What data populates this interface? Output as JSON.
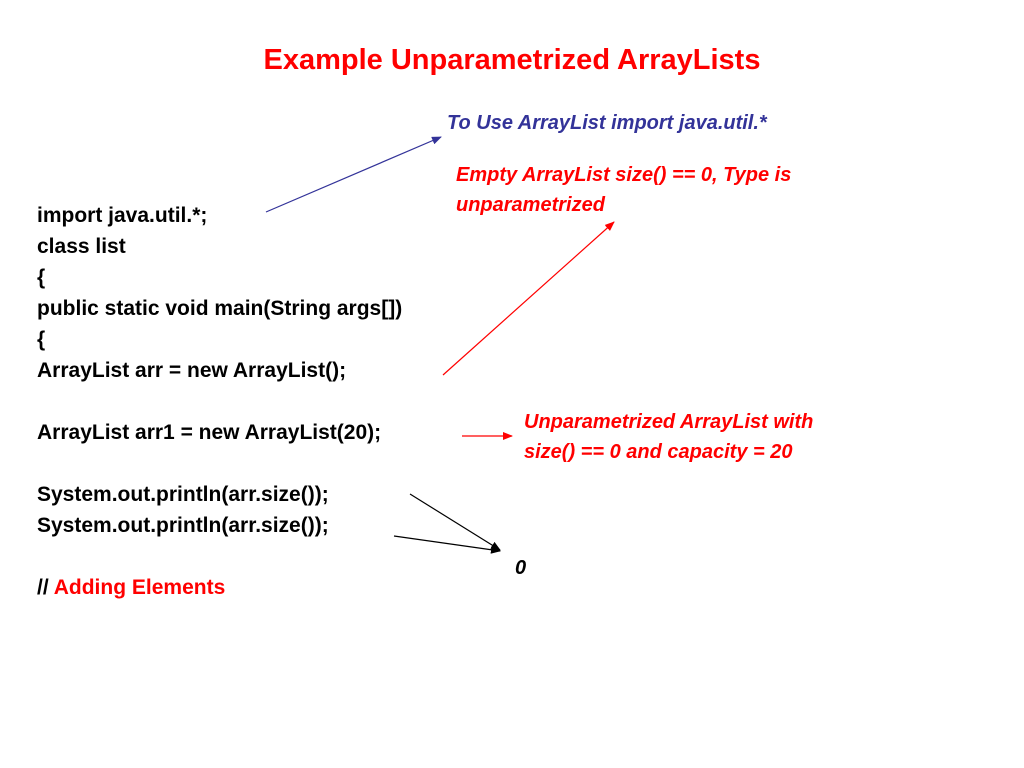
{
  "title": "Example Unparametrized ArrayLists",
  "code_lines": [
    "import java.util.*;",
    "class list",
    "{",
    "public static void main(String args[])",
    "{",
    "ArrayList arr = new ArrayList();",
    "",
    "ArrayList arr1 = new ArrayList(20);",
    "",
    "System.out.println(arr.size());",
    "System.out.println(arr.size());",
    ""
  ],
  "comment": {
    "slashes": "//",
    "text": "Adding Elements"
  },
  "annotations": {
    "import_note": "To Use ArrayList import java.util.*",
    "empty_note_line1": "Empty ArrayList size() == 0, Type is",
    "empty_note_line2": "unparametrized",
    "capacity_note_line1": "Unparametrized  ArrayList with",
    "capacity_note_line2": "size() == 0 and capacity = 20",
    "output_value": "0"
  },
  "colors": {
    "title": "#ff0000",
    "code": "#000000",
    "comment": "#ff0000",
    "blue_note": "#333399",
    "red_note": "#ff0000",
    "output": "#000000"
  }
}
